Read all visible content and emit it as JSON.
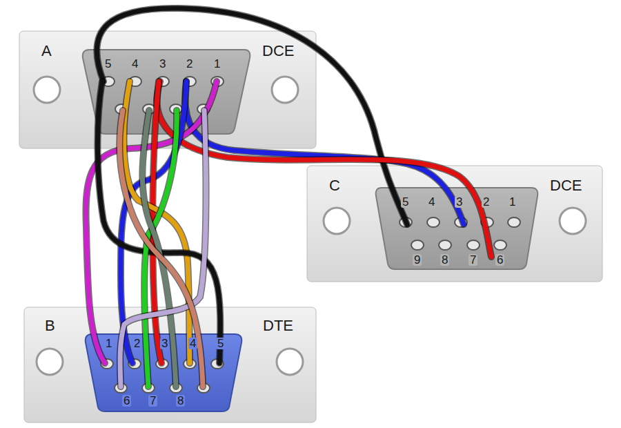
{
  "diagram": {
    "nodes": [
      {
        "text": [
          "A",
          "DCE"
        ]
      },
      {
        "text": [
          "C",
          "DCE"
        ]
      },
      {
        "text": [
          "B",
          "DTE"
        ]
      }
    ],
    "edges": [
      {
        "from": 0,
        "to": 1,
        "arrow": "none"
      },
      {
        "from": 0,
        "to": 1,
        "arrow": "none"
      },
      {
        "from": 0,
        "to": 1,
        "arrow": "none"
      },
      {
        "from": 0,
        "to": 2,
        "arrow": "none"
      },
      {
        "from": 0,
        "to": 2,
        "arrow": "none"
      },
      {
        "from": 0,
        "to": 2,
        "arrow": "none"
      },
      {
        "from": 0,
        "to": 2,
        "arrow": "none"
      },
      {
        "from": 0,
        "to": 2,
        "arrow": "none"
      },
      {
        "from": 0,
        "to": 2,
        "arrow": "none"
      },
      {
        "from": 0,
        "to": 2,
        "arrow": "none"
      },
      {
        "from": 0,
        "to": 2,
        "arrow": "none"
      },
      {
        "from": 0,
        "to": 2,
        "arrow": "none"
      }
    ],
    "labels": [
      "5",
      "4",
      "3",
      "2",
      "1",
      "5",
      "4",
      "3",
      "2",
      "1",
      "9",
      "8",
      "7",
      "6",
      "1",
      "2",
      "3",
      "4",
      "5",
      "6",
      "7",
      "8"
    ]
  }
}
